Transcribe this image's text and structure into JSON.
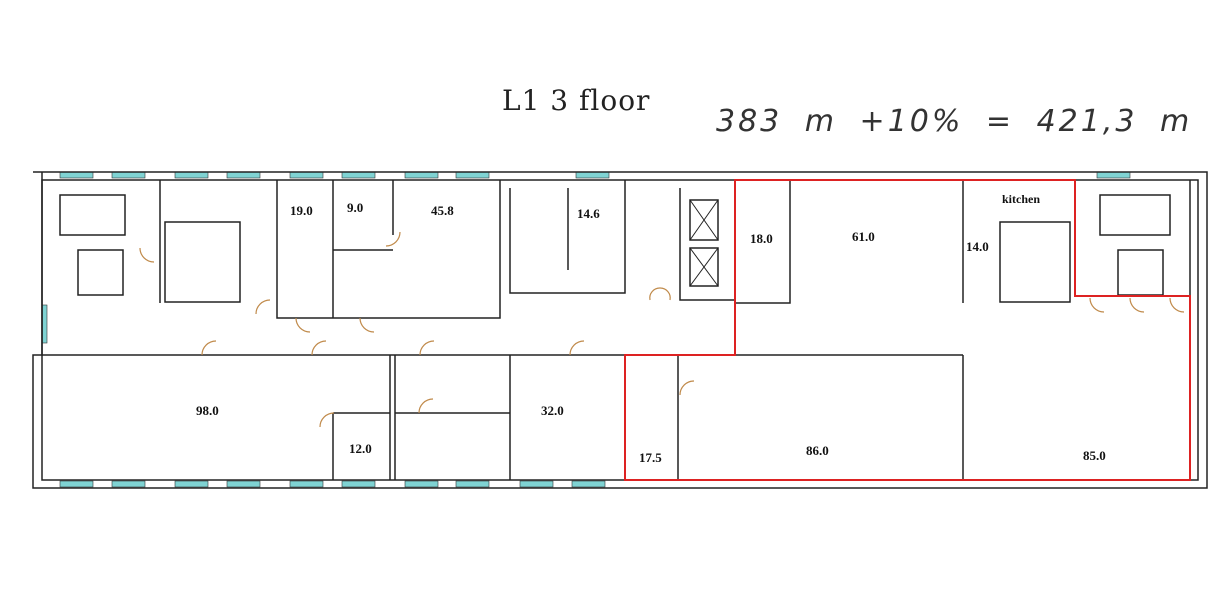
{
  "title": "L1  3 floor",
  "area_formula": "383  m  +10%  =  421,3  m",
  "rooms": [
    {
      "id": "r19",
      "label": "19.0"
    },
    {
      "id": "r9",
      "label": "9.0"
    },
    {
      "id": "r45",
      "label": "45.8"
    },
    {
      "id": "r14_6",
      "label": "14.6"
    },
    {
      "id": "r18",
      "label": "18.0"
    },
    {
      "id": "r61",
      "label": "61.0"
    },
    {
      "id": "kitchen",
      "label": "kitchen"
    },
    {
      "id": "r14",
      "label": "14.0"
    },
    {
      "id": "r98",
      "label": "98.0"
    },
    {
      "id": "r12",
      "label": "12.0"
    },
    {
      "id": "r32",
      "label": "32.0"
    },
    {
      "id": "r17",
      "label": "17.5"
    },
    {
      "id": "r86",
      "label": "86.0"
    },
    {
      "id": "r85",
      "label": "85.0"
    }
  ],
  "colors": {
    "wall": "#222222",
    "window": "#7fd3d3",
    "highlight": "#dd2222",
    "door": "#c08a4a"
  }
}
